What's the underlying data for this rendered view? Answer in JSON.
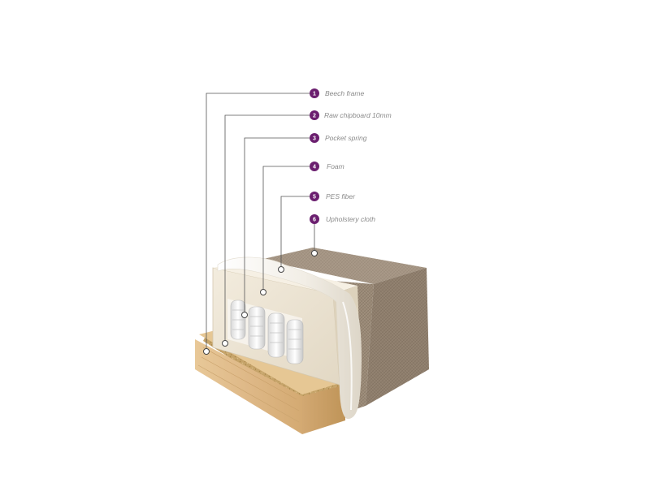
{
  "diagram": {
    "layers": [
      {
        "number": "1",
        "label": "Beech frame"
      },
      {
        "number": "2",
        "label": "Raw chipboard 10mm"
      },
      {
        "number": "3",
        "label": "Pocket spring"
      },
      {
        "number": "4",
        "label": "Foam"
      },
      {
        "number": "5",
        "label": "PES fiber"
      },
      {
        "number": "6",
        "label": "Upholstery cloth"
      }
    ],
    "colors": {
      "marker": "#6b1f6f",
      "leader_line": "#555555",
      "label_text": "#8a8a8a",
      "upholstery": "#9a8a78",
      "foam": "#ece4d4",
      "fiber": "#f4f1ea",
      "beech": "#e2c191",
      "chipboard": "#c6a46a"
    }
  }
}
